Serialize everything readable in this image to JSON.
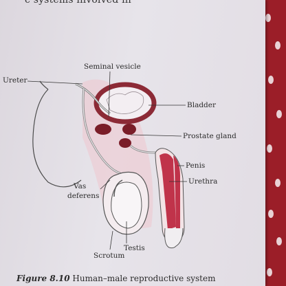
{
  "top_text": "c systems involved in",
  "labels": {
    "seminal_vesicle": "Seminal vesicle",
    "ureter": "Ureter",
    "bladder": "Bladder",
    "prostate_gland": "Prostate gland",
    "penis": "Penis",
    "urethra": "Urethra",
    "vas": "Vas",
    "deferens": "deferens",
    "testis": "Testis",
    "scrotum": "Scrotum"
  },
  "caption": {
    "figure_number": "Figure 8.10",
    "text": " Human–male reproductive system"
  },
  "colors": {
    "organ_red": "#c0334a",
    "organ_dark": "#7a1d28",
    "bladder_ring": "#8c2a36",
    "tissue_pink": "#e8b8c0",
    "cloth": "#9b1e28"
  }
}
